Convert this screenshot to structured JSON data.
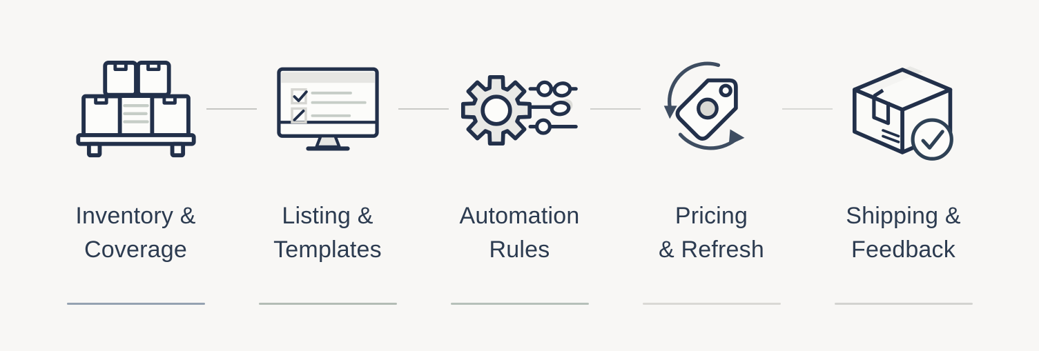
{
  "page": {
    "background": "#f8f7f5",
    "text_color": "#2c3b50",
    "icon_stroke_color": "#22304a",
    "icon_fill_color": "#fcfcfa",
    "icon_shade_color": "#e9e9e6"
  },
  "steps": [
    {
      "label_line1": "Inventory &",
      "label_line2": "Coverage",
      "icon": "inventory-boxes-icon",
      "underline_color": "#95a2b1"
    },
    {
      "label_line1": "Listing &",
      "label_line2": "Templates",
      "icon": "listing-monitor-icon",
      "underline_color": "#b3bcb5"
    },
    {
      "label_line1": "Automation",
      "label_line2": "Rules",
      "icon": "automation-gear-icon",
      "underline_color": "#b6c0b9"
    },
    {
      "label_line1": "Pricing",
      "label_line2": "& Refresh",
      "icon": "pricing-tag-refresh-icon",
      "underline_color": "#d9d8d4"
    },
    {
      "label_line1": "Shipping &",
      "label_line2": "Feedback",
      "icon": "shipping-box-check-icon",
      "underline_color": "#d3d3d0"
    }
  ],
  "connectors": [
    {
      "color": "#c5c5c2"
    },
    {
      "color": "#c9c9c6"
    },
    {
      "color": "#cfcfcc"
    },
    {
      "color": "#d8d8d5"
    }
  ]
}
